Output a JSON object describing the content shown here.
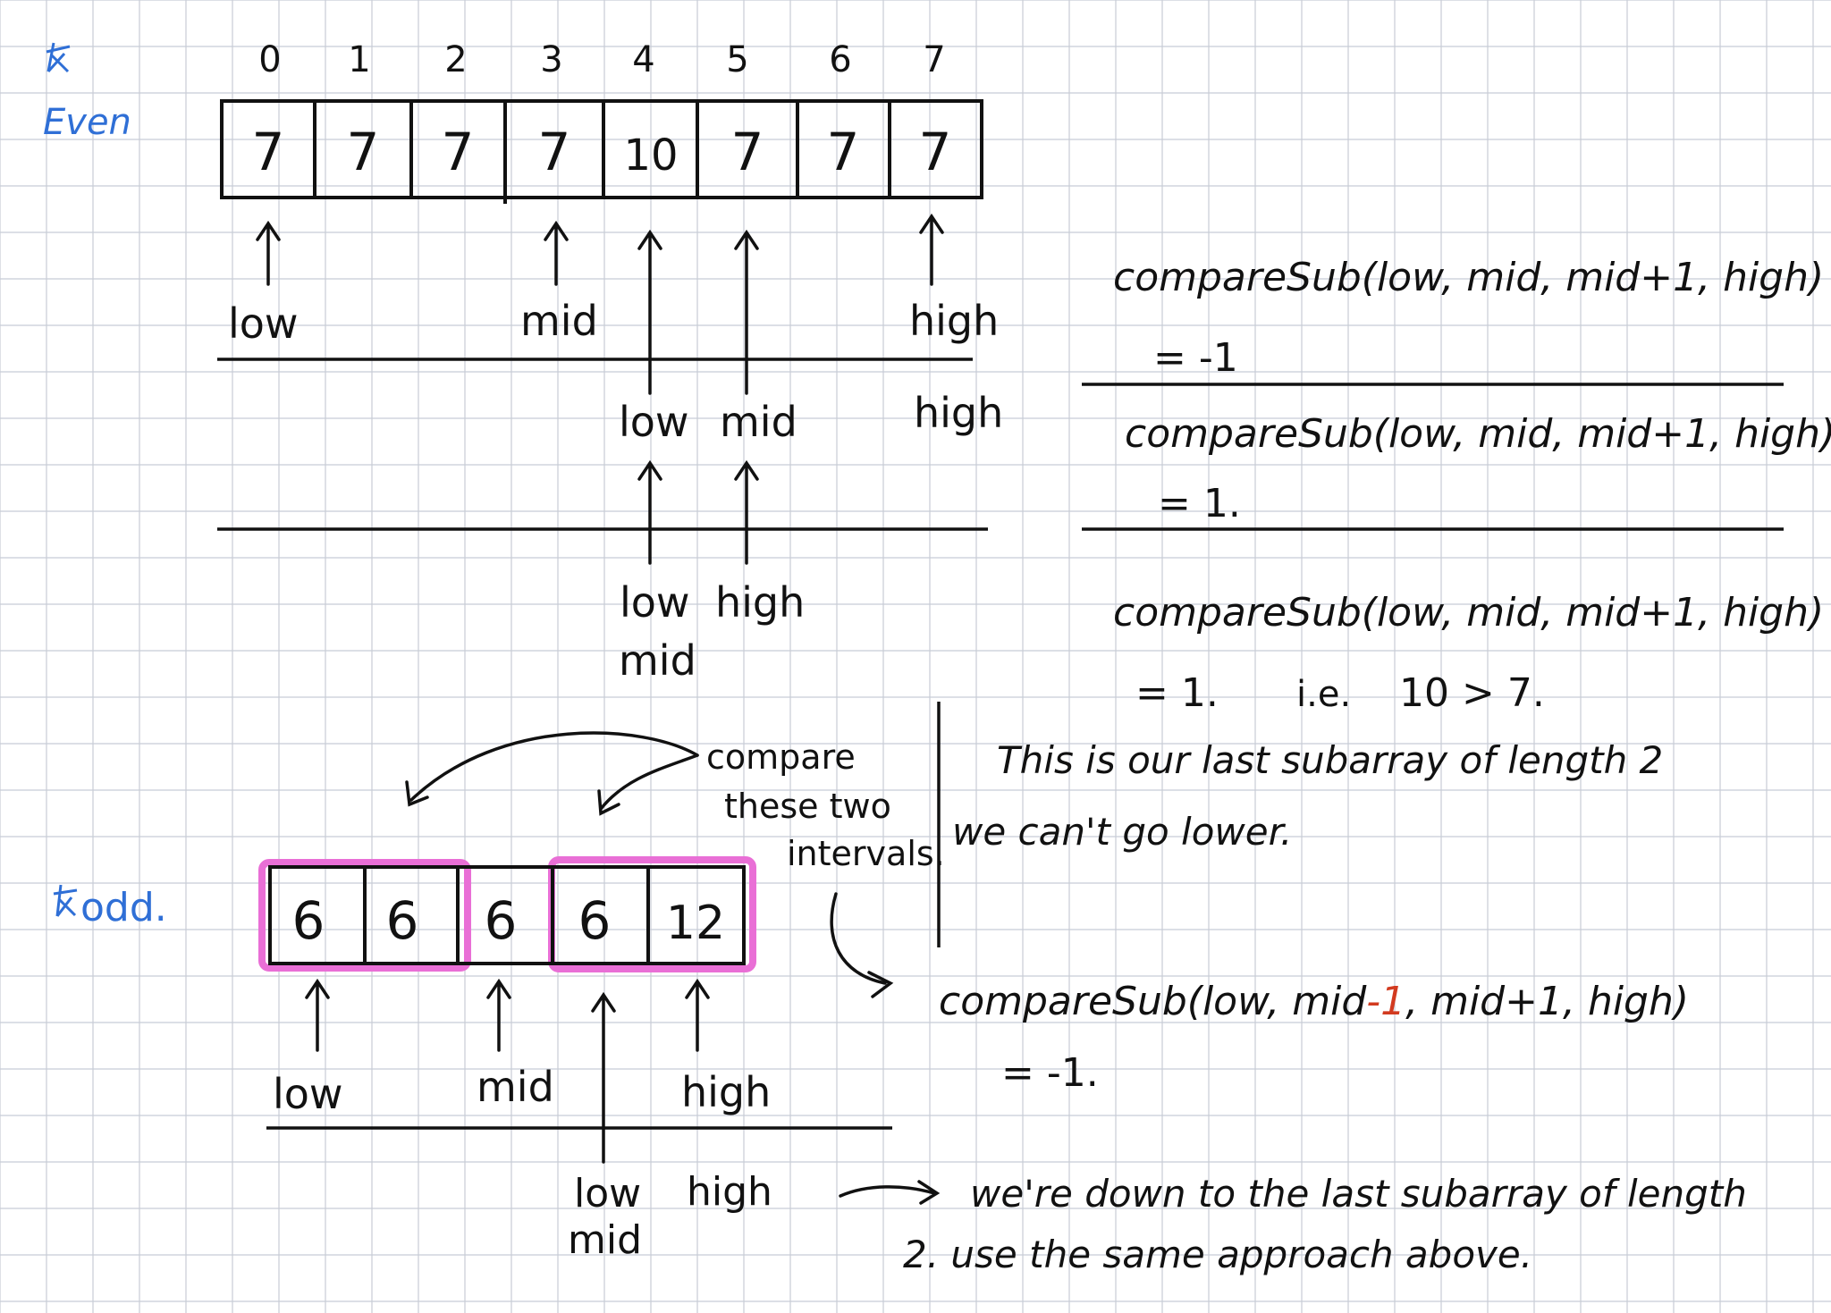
{
  "colors": {
    "ink": "#111111",
    "blue": "#2f6fd6",
    "red": "#d23a1f",
    "pink": "#e96fd6",
    "grid": "#c7ccd6"
  },
  "even": {
    "tag": "Even",
    "indices": [
      "0",
      "1",
      "2",
      "3",
      "4",
      "5",
      "6",
      "7"
    ],
    "values": [
      "7",
      "7",
      "7",
      "7",
      "10",
      "7",
      "7",
      "7"
    ],
    "step1": {
      "low": "low",
      "mid": "mid",
      "high": "high"
    },
    "step2": {
      "low": "low",
      "mid": "mid",
      "high": "high"
    },
    "step3": {
      "low": "low",
      "high": "high",
      "mid": "mid"
    }
  },
  "odd": {
    "tag": "odd.",
    "values": [
      "6",
      "6",
      "6",
      "6",
      "12"
    ],
    "step1": {
      "low": "low",
      "mid": "mid",
      "high": "high"
    },
    "step2": {
      "low": "low",
      "mid": "mid",
      "high": "high"
    },
    "compare_note_line1": "compare",
    "compare_note_line2": "these two",
    "compare_note_line3": "intervals."
  },
  "notes": {
    "call1": "compareSub(low, mid, mid+1, high)",
    "result1": "= -1",
    "call2": "compareSub(low, mid, mid+1, high)",
    "result2": "= 1.",
    "call3": "compareSub(low, mid, mid+1, high)",
    "result3": "= 1.",
    "ie": "i.e.",
    "ie_cmp": "10 > 7.",
    "last_line1": "This is our last subarray of length 2",
    "last_line2": "we can't go lower.",
    "odd_call_a": "compareSub(low, mid",
    "odd_call_minus": "-1",
    "odd_call_b": ", mid+1, high)",
    "odd_result": "= -1.",
    "final_line1": "we're down to the last subarray of length",
    "final_line2": "2. use the same approach above."
  }
}
